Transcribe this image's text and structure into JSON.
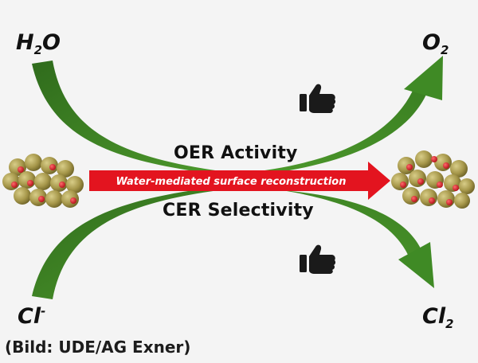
{
  "labels": {
    "h2o": "H",
    "h2o_sub": "2",
    "h2o_tail": "O",
    "o2": "O",
    "o2_sub": "2",
    "cl_minus": "Cl",
    "cl_minus_sup": "-",
    "cl2": "Cl",
    "cl2_sub": "2",
    "oer": "OER Activity",
    "cer": "CER Selectivity",
    "arrow_text": "Water-mediated surface reconstruction",
    "credit": "(Bild: UDE/AG Exner)"
  },
  "icons": {
    "upper_thumb": "thumbs-up-icon",
    "lower_thumb": "thumbs-up-icon"
  },
  "colors": {
    "background": "#f4f4f4",
    "green_dark": "#2e6b1c",
    "green_light": "#4f9a2e",
    "red_arrow": "#e3141f",
    "atom_gold": "#a89b4c",
    "atom_red": "#d2202a"
  }
}
